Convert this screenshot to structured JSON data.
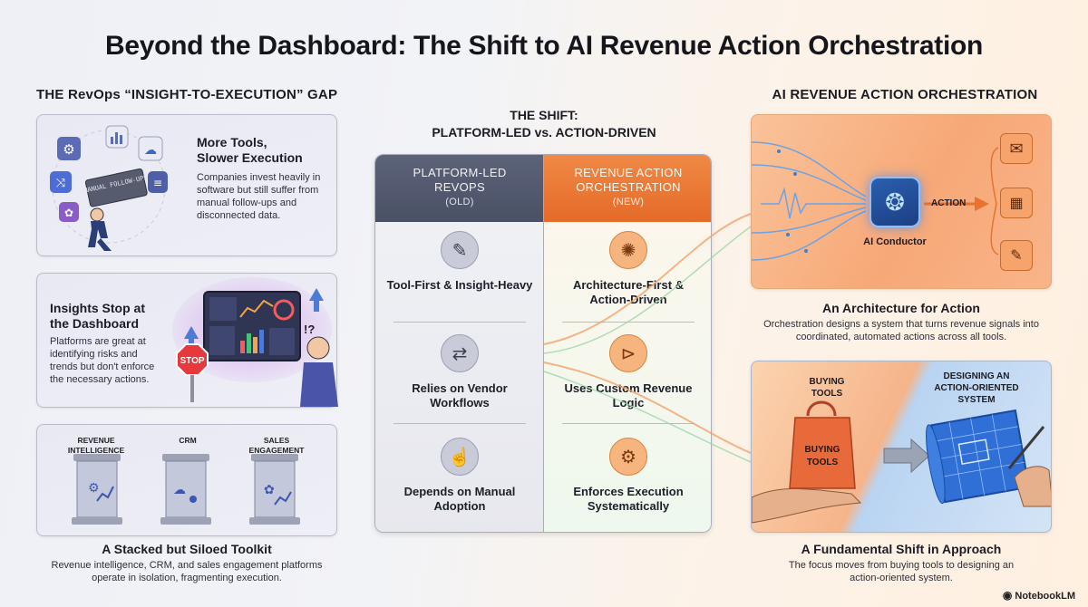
{
  "title": "Beyond the Dashboard: The Shift to AI Revenue Action Orchestration",
  "left": {
    "heading": "THE RevOps “INSIGHT-TO-EXECUTION” GAP",
    "card1": {
      "title_line1": "More Tools,",
      "title_line2": "Slower Execution",
      "text": "Companies invest heavily in software but still suffer from manual follow-ups and disconnected data.",
      "sign_text": "MANUAL FOLLOW-UPS"
    },
    "card2": {
      "title_line1": "Insights Stop at",
      "title_line2": "the Dashboard",
      "text": "Platforms are great at identifying risks and trends but don't enforce the necessary actions.",
      "stop": "STOP",
      "question": "!?"
    },
    "card3": {
      "labels": [
        "REVENUE INTELLIGENCE",
        "CRM",
        "SALES ENGAGEMENT"
      ]
    },
    "caption_title": "A Stacked but Siloed Toolkit",
    "caption_text": "Revenue intelligence, CRM, and sales engagement platforms operate in isolation, fragmenting execution."
  },
  "center": {
    "heading_line1": "THE SHIFT:",
    "heading_line2": "PLATFORM-LED vs. ACTION-DRIVEN",
    "left_head_line1": "PLATFORM-LED",
    "left_head_line2": "REVOPS",
    "left_tag": "(OLD)",
    "right_head_line1": "REVENUE ACTION",
    "right_head_line2": "ORCHESTRATION",
    "right_tag": "(NEW)",
    "rows_left": [
      "Tool-First & Insight-Heavy",
      "Relies on Vendor Workflows",
      "Depends on Manual Adoption"
    ],
    "rows_right": [
      "Architecture-First & Action-Driven",
      "Uses Custom Revenue Logic",
      "Enforces Execution Systematically"
    ],
    "icons_left": [
      "tools-icon",
      "workflow-icon",
      "touch-icon"
    ],
    "icons_right": [
      "network-icon",
      "logic-gate-icon",
      "gear-cycle-icon"
    ]
  },
  "right": {
    "heading": "AI REVENUE ACTION ORCHESTRATION",
    "conductor_label": "AI Conductor",
    "action_label": "ACTION",
    "caption1_title": "An Architecture for Action",
    "caption1_text": "Orchestration designs a system that turns revenue signals into coordinated, automated actions across all tools.",
    "panel_left_label_line1": "BUYING",
    "panel_left_label_line2": "TOOLS",
    "bag_label_line1": "BUYING",
    "bag_label_line2": "TOOLS",
    "panel_right_label_line1": "DESIGNING AN",
    "panel_right_label_line2": "ACTION-ORIENTED",
    "panel_right_label_line3": "SYSTEM",
    "caption2_title": "A Fundamental Shift in Approach",
    "caption2_text": "The focus moves from buying tools to designing an action-oriented system."
  },
  "footer": {
    "brand": "NotebookLM"
  },
  "colors": {
    "orange": "#e8722e",
    "slate": "#535a6e",
    "green": "#7bc98a",
    "blue": "#2f6fd6"
  }
}
